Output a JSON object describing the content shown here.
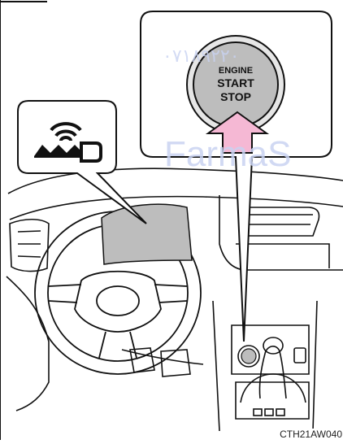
{
  "figure": {
    "button_label": {
      "line1": "ENGINE",
      "line2": "START",
      "line3": "STOP"
    },
    "caption": "CTH21AW040",
    "watermark_text": "FarmaS",
    "watermark_digits": "٠٧١٨٩٢٢٠",
    "colors": {
      "line": "#111111",
      "button_face": "#bdbdbd",
      "button_ring": "#e6e6e6",
      "arrow_fill": "#f5b8d4",
      "meter_fill": "#bdbdbd",
      "watermark": "#c9d3f2"
    },
    "icons": [
      "smart-key-signal-icon",
      "push-direction-arrow-icon"
    ]
  }
}
